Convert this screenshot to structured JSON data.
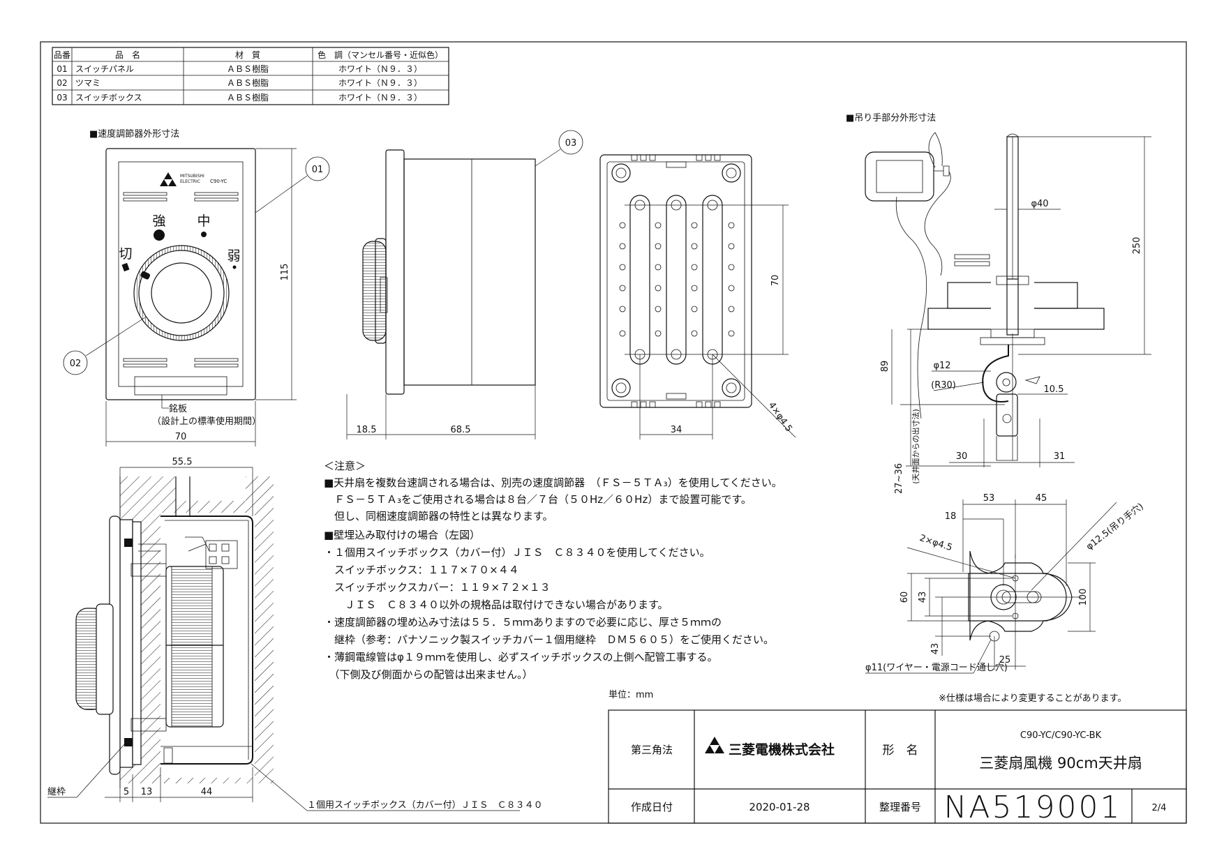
{
  "parts_table": {
    "headers": [
      "品番",
      "品　名",
      "材　質",
      "色　調（マンセル番号・近似色）"
    ],
    "rows": [
      [
        "01",
        "スイッチパネル",
        "ＡＢＳ樹脂",
        "ホワイト（Ｎ９．３）"
      ],
      [
        "02",
        "ツマミ",
        "ＡＢＳ樹脂",
        "ホワイト（Ｎ９．３）"
      ],
      [
        "03",
        "スイッチボックス",
        "ＡＢＳ樹脂",
        "ホワイト（Ｎ９．３）"
      ]
    ]
  },
  "titles": {
    "controller": "■速度調節器外形寸法",
    "hanger": "■吊り手部分外形寸法"
  },
  "controller": {
    "brand_line1": "MITSUBISHI",
    "brand_line2": "ELECTRIC",
    "model": "C90-YC",
    "strong": "強",
    "medium": "中",
    "weak": "弱",
    "off": "切",
    "nameplate_label": "銘板",
    "nameplate_sub": "（設計上の標準使用期間）"
  },
  "callouts": {
    "c01": "01",
    "c02": "02",
    "c03": "03"
  },
  "dimensions": {
    "d115": "115",
    "d70w": "70",
    "d18_5": "18.5",
    "d68_5": "68.5",
    "d70h": "70",
    "d34": "34",
    "d4x45": "4×φ4.5",
    "d55_5": "55.5",
    "d5": "5",
    "d13": "13",
    "d44": "44",
    "frame": "継枠",
    "box_label": "１個用スイッチボックス（カバー付）ＪＩＳ　Ｃ８３４０",
    "phi40": "φ40",
    "d250": "250",
    "d89": "89",
    "phi12": "φ12",
    "r30": "(R30)",
    "d10_5": "10.5",
    "d30": "30",
    "d31": "31",
    "d27_36": "27~36",
    "d27_36_sub": "(天井面からの出寸法)",
    "d53": "53",
    "d45": "45",
    "d18": "18",
    "phi12_5": "φ12.5(吊り手穴)",
    "d2x45": "2×φ4.5",
    "d60": "60",
    "d43a": "43",
    "d43b": "43",
    "d100": "100",
    "d25": "25",
    "phi11": "φ11(ワイヤー・電源コード通し穴)"
  },
  "notes": [
    "＜注意＞",
    "■天井扇を複数台速調される場合は、別売の速度調節器　（ＦＳ－５ＴＡ₃）を使用してください。",
    "　ＦＳ－５ＴＡ₃をご使用される場合は８台／７台（５０Hz／６０Hz）まで設置可能です。",
    "　但し、同梱速度調節器の特性とは異なります。",
    "■壁埋込み取付けの場合（左図）",
    "・１個用スイッチボックス（カバー付）ＪＩＳ　Ｃ８３４０を使用してください。",
    "　スイッチボックス：１１７×７０×４４",
    "　スイッチボックスカバー：１１９×７２×１３",
    "　　ＪＩＳ　Ｃ８３４０以外の規格品は取付けできない場合があります。",
    "・速度調節器の埋め込み寸法は５５．５ｍｍありますので必要に応じ、厚さ５ｍｍの",
    "　継枠（参考：パナソニック製スイッチカバー１個用継枠　ＤＭ５６０５）をご使用ください。",
    "・薄鋼電線管はφ１９ｍｍを使用し、必ずスイッチボックスの上側へ配管工事する。",
    "　（下側及び側面からの配管は出来ません。）"
  ],
  "unit": "単位：mm",
  "spec_note": "※仕様は場合により変更することがあります。",
  "title_block": {
    "projection": "第三角法",
    "company": "三菱電機株式会社",
    "model_label": "形　名",
    "model_codes": "C90-YC/C90-YC-BK",
    "product_name": "三菱扇風機 90cm天井扇",
    "date_label": "作成日付",
    "date": "2020-01-28",
    "number_label": "整理番号",
    "number": "NA519001",
    "page": "2/4"
  }
}
